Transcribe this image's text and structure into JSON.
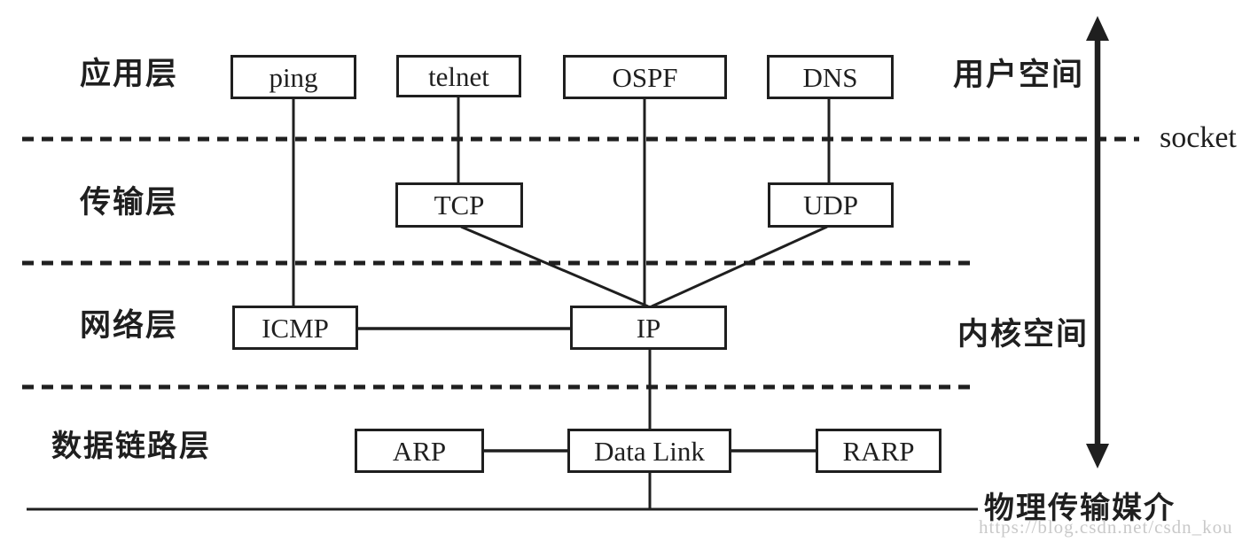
{
  "layers": {
    "application": "应用层",
    "transport": "传输层",
    "network": "网络层",
    "datalink": "数据链路层"
  },
  "spaces": {
    "user": "用户空间",
    "kernel": "内核空间"
  },
  "annotations": {
    "socket": "socket",
    "physical_medium": "物理传输媒介",
    "watermark": "https://blog.csdn.net/csdn_kou"
  },
  "boxes": {
    "ping": "ping",
    "telnet": "telnet",
    "ospf": "OSPF",
    "dns": "DNS",
    "tcp": "TCP",
    "udp": "UDP",
    "icmp": "ICMP",
    "ip": "IP",
    "arp": "ARP",
    "datalink": "Data Link",
    "rarp": "RARP"
  },
  "colors": {
    "line": "#1f1f1f",
    "background": "#ffffff",
    "watermark": "#c9c9c9"
  }
}
